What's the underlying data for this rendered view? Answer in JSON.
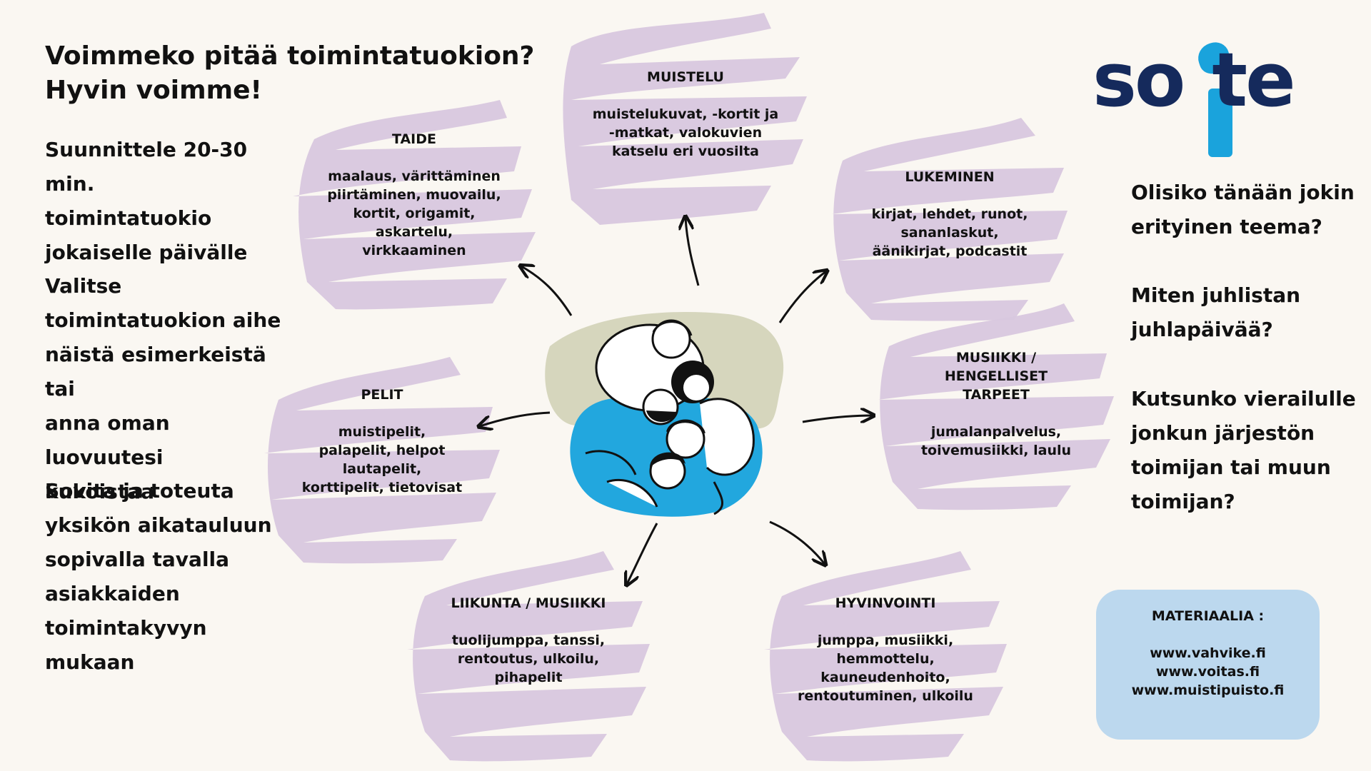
{
  "header": {
    "title_line1": "Voimmeko pitää toimintatuokion?",
    "title_line2": "Hyvin voimme!"
  },
  "left_column": {
    "para1": [
      "Suunnittele 20-30 min.",
      "toimintatuokio",
      "jokaiselle päivälle"
    ],
    "para2": [
      "Valitse",
      "toimintatuokion aihe",
      "näistä esimerkeistä tai",
      "anna oman luovuutesi",
      "kukoistaa"
    ],
    "para3": [
      "Sovita ja toteuta",
      "yksikön aikatauluun",
      "sopivalla tavalla",
      "asiakkaiden",
      "toimintakyvyn",
      "mukaan"
    ]
  },
  "right_column": {
    "para1": [
      "Olisiko tänään jokin",
      "erityinen teema?"
    ],
    "para2": [
      "Miten juhlistan",
      "juhlapäivää?"
    ],
    "para3": [
      "Kutsunko vierailulle",
      "jonkun järjestön",
      "toimijan tai muun",
      "toimijan?"
    ]
  },
  "logo": {
    "text_so": "so",
    "text_te": "te",
    "brand_color": "#152a5c",
    "accent_color": "#1aa3dc"
  },
  "bubbles": {
    "muistelu": {
      "title": [
        "MUISTELU"
      ],
      "body": [
        "muistelukuvat, -kortit ja",
        "-matkat, valokuvien",
        "katselu eri vuosilta"
      ]
    },
    "taide": {
      "title": [
        "TAIDE"
      ],
      "body": [
        "maalaus, värittäminen",
        "piirtäminen, muovailu,",
        "kortit, origamit,",
        "askartelu,",
        "virkkaaminen"
      ]
    },
    "lukeminen": {
      "title": [
        "LUKEMINEN"
      ],
      "body": [
        "kirjat, lehdet, runot,",
        "sananlaskut,",
        "äänikirjat, podcastit"
      ]
    },
    "musiikki": {
      "title": [
        "MUSIIKKI /",
        "HENGELLISET",
        "TARPEET"
      ],
      "body": [
        "jumalanpalvelus,",
        "toivemusiikki, laulu"
      ]
    },
    "pelit": {
      "title": [
        "PELIT"
      ],
      "body": [
        "muistipelit,",
        "palapelit, helpot",
        "lautapelit,",
        "korttipelit, tietovisat"
      ]
    },
    "liikunta": {
      "title": [
        "LIIKUNTA / MUSIIKKI"
      ],
      "body": [
        "tuolijumppa, tanssi,",
        "rentoutus, ulkoilu,",
        "pihapelit"
      ]
    },
    "hyvinvointi": {
      "title": [
        "HYVINVOINTI"
      ],
      "body": [
        "jumppa, musiikki,",
        "hemmottelu,",
        "kauneudenhoito,",
        "rentoutuminen, ulkoilu"
      ]
    }
  },
  "materials": {
    "title": "MATERIAALIA :",
    "links": [
      "www.vahvike.fi",
      "www.voitas.fi",
      "www.muistipuisto.fi"
    ]
  },
  "colors": {
    "background": "#faf7f2",
    "brush": "#d8c7de",
    "materials_box": "#bcd8ee",
    "figure_blue": "#22a7de",
    "figure_olive": "#d6d6bd"
  },
  "icons": {
    "center_figure": "group-hug-illustration",
    "arrow": "curved-arrow-icon"
  }
}
